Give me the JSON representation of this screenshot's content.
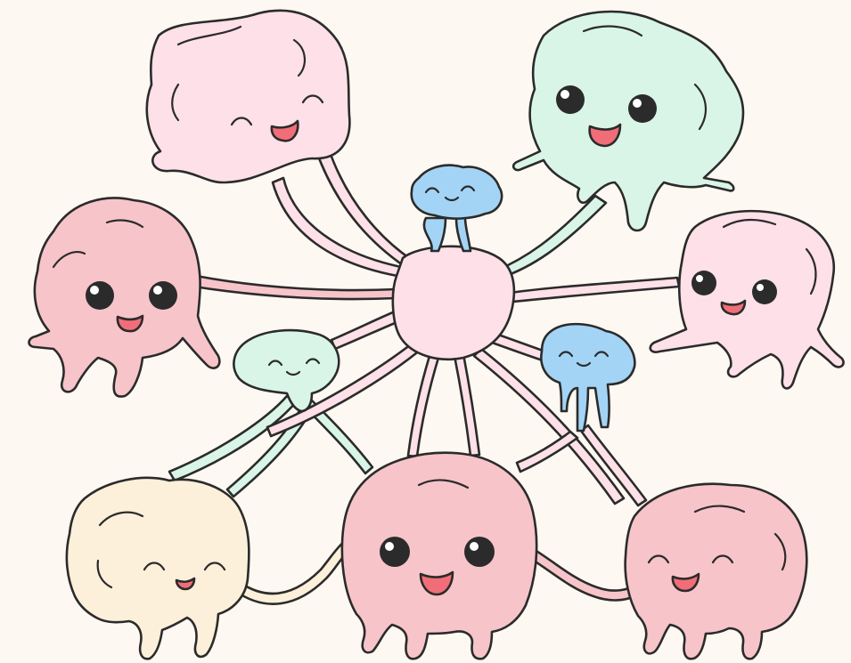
{
  "colors": {
    "background": "#fdf8f1",
    "pink_light": "#fde0e8",
    "pink": "#f7c4ca",
    "mint": "#d8f5e8",
    "blue": "#a3d4f5",
    "cream": "#fdf0da",
    "outline": "#2b2b2b",
    "mouth": "#f16e78"
  },
  "creatures": [
    {
      "id": "center-body",
      "color": "pink_light",
      "face": "none"
    },
    {
      "id": "top-left",
      "color": "pink_light",
      "face": "closed-eyes-smile"
    },
    {
      "id": "top-right",
      "color": "mint",
      "face": "open-eyes-smile"
    },
    {
      "id": "left",
      "color": "pink",
      "face": "open-eyes-smile"
    },
    {
      "id": "right",
      "color": "pink_light",
      "face": "open-eyes-smile"
    },
    {
      "id": "small-top-blue",
      "color": "blue",
      "face": "closed-eyes-smile"
    },
    {
      "id": "small-right-blue",
      "color": "blue",
      "face": "closed-eyes-smile"
    },
    {
      "id": "small-left-mint",
      "color": "mint",
      "face": "closed-eyes-smile"
    },
    {
      "id": "bottom-left",
      "color": "cream",
      "face": "closed-eyes-smile"
    },
    {
      "id": "bottom-center",
      "color": "pink",
      "face": "open-eyes-smile"
    },
    {
      "id": "bottom-right",
      "color": "pink",
      "face": "closed-eyes-smile"
    }
  ]
}
